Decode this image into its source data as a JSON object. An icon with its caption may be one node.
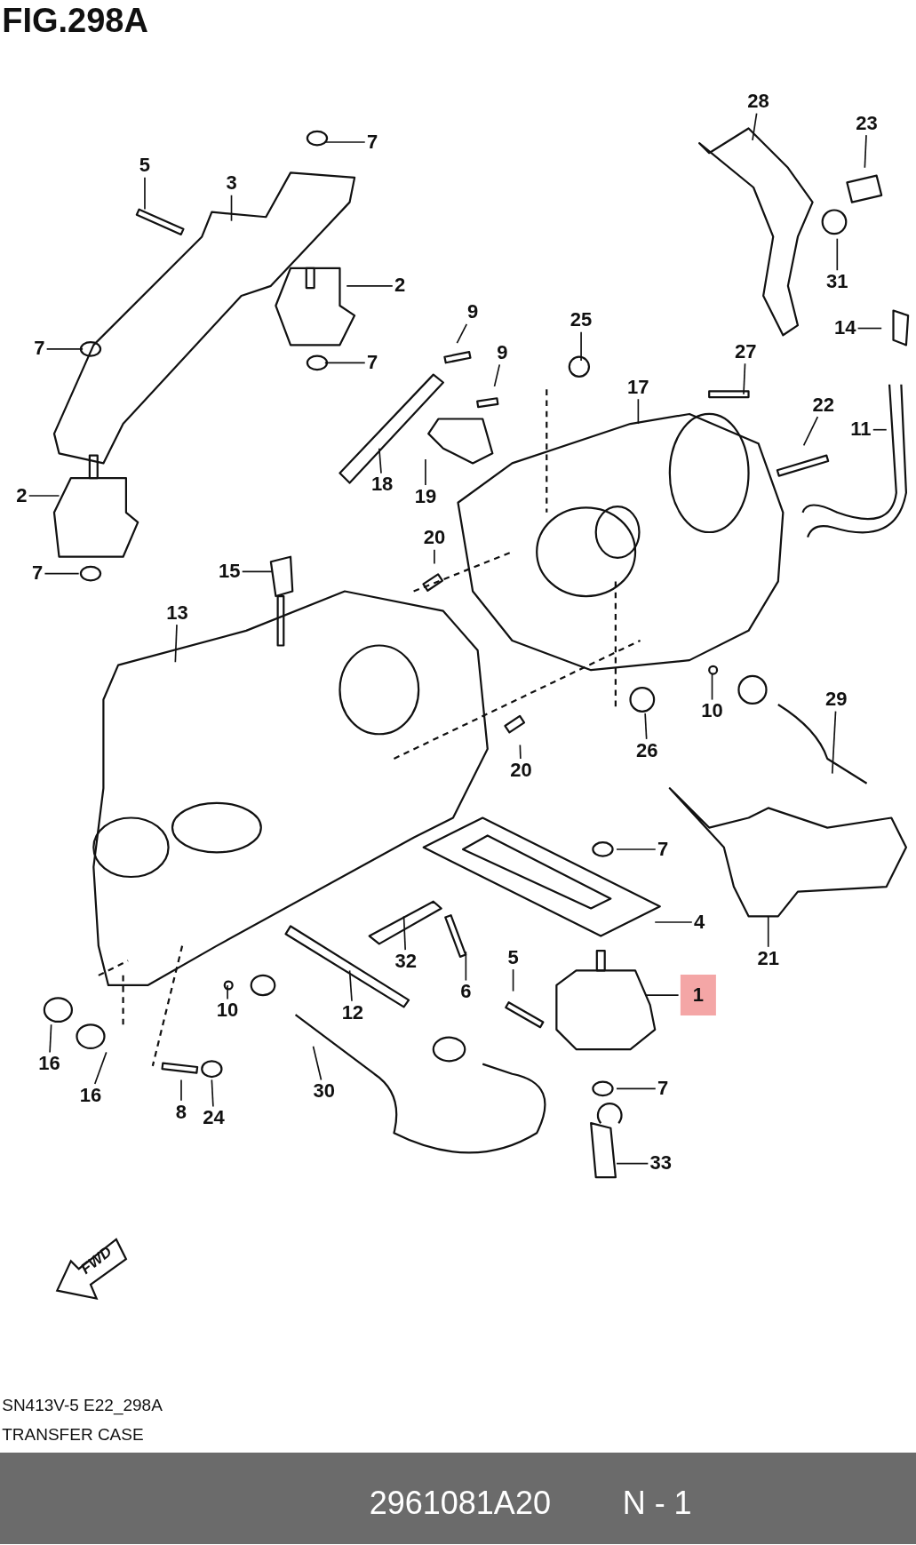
{
  "diagram": {
    "title": "FIG.298A",
    "nodes": [
      {
        "text": [
          "7"
        ]
      },
      {
        "text": [
          "5"
        ]
      },
      {
        "text": [
          "3"
        ]
      },
      {
        "text": [
          "2"
        ]
      },
      {
        "text": [
          "7"
        ]
      },
      {
        "text": [
          "7"
        ]
      },
      {
        "text": [
          "9"
        ]
      },
      {
        "text": [
          "9"
        ]
      },
      {
        "text": [
          "25"
        ]
      },
      {
        "text": [
          "28"
        ]
      },
      {
        "text": [
          "23"
        ]
      },
      {
        "text": [
          "31"
        ]
      },
      {
        "text": [
          "14"
        ]
      },
      {
        "text": [
          "27"
        ]
      },
      {
        "text": [
          "17"
        ]
      },
      {
        "text": [
          "22"
        ]
      },
      {
        "text": [
          "11"
        ]
      },
      {
        "text": [
          "18"
        ]
      },
      {
        "text": [
          "19"
        ]
      },
      {
        "text": [
          "2"
        ]
      },
      {
        "text": [
          "20"
        ]
      },
      {
        "text": [
          "7"
        ]
      },
      {
        "text": [
          "15"
        ]
      },
      {
        "text": [
          "13"
        ]
      },
      {
        "text": [
          "10"
        ]
      },
      {
        "text": [
          "29"
        ]
      },
      {
        "text": [
          "26"
        ]
      },
      {
        "text": [
          "20"
        ]
      },
      {
        "text": [
          "7"
        ]
      },
      {
        "text": [
          "4"
        ]
      },
      {
        "text": [
          "21"
        ]
      },
      {
        "text": [
          "32"
        ]
      },
      {
        "text": [
          "6"
        ]
      },
      {
        "text": [
          "5"
        ]
      },
      {
        "text": [
          "1"
        ]
      },
      {
        "text": [
          "12"
        ]
      },
      {
        "text": [
          "10"
        ]
      },
      {
        "text": [
          "16"
        ]
      },
      {
        "text": [
          "16"
        ]
      },
      {
        "text": [
          "30"
        ]
      },
      {
        "text": [
          "8"
        ]
      },
      {
        "text": [
          "24"
        ]
      },
      {
        "text": [
          "7"
        ]
      },
      {
        "text": [
          "33"
        ]
      }
    ],
    "edges": [
      {
        "from": 0,
        "to": null,
        "arrow": "none"
      },
      {
        "from": 1,
        "to": null,
        "arrow": "none"
      },
      {
        "from": 2,
        "to": null,
        "arrow": "none"
      },
      {
        "from": 3,
        "to": null,
        "arrow": "none"
      },
      {
        "from": 4,
        "to": null,
        "arrow": "none"
      },
      {
        "from": 5,
        "to": null,
        "arrow": "none"
      },
      {
        "from": 6,
        "to": null,
        "arrow": "none"
      },
      {
        "from": 7,
        "to": null,
        "arrow": "none"
      },
      {
        "from": 8,
        "to": null,
        "arrow": "none"
      },
      {
        "from": 9,
        "to": null,
        "arrow": "none"
      },
      {
        "from": 10,
        "to": null,
        "arrow": "none"
      },
      {
        "from": 11,
        "to": null,
        "arrow": "none"
      },
      {
        "from": 12,
        "to": null,
        "arrow": "none"
      },
      {
        "from": 13,
        "to": null,
        "arrow": "none"
      },
      {
        "from": 14,
        "to": null,
        "arrow": "none"
      },
      {
        "from": 15,
        "to": null,
        "arrow": "none"
      },
      {
        "from": 16,
        "to": null,
        "arrow": "none"
      },
      {
        "from": 17,
        "to": null,
        "arrow": "none"
      },
      {
        "from": 18,
        "to": null,
        "arrow": "none"
      },
      {
        "from": 19,
        "to": null,
        "arrow": "none"
      },
      {
        "from": 20,
        "to": null,
        "arrow": "none"
      },
      {
        "from": 21,
        "to": null,
        "arrow": "none"
      },
      {
        "from": 22,
        "to": null,
        "arrow": "none"
      },
      {
        "from": 23,
        "to": null,
        "arrow": "none"
      },
      {
        "from": 24,
        "to": null,
        "arrow": "none"
      },
      {
        "from": 25,
        "to": null,
        "arrow": "none"
      },
      {
        "from": 26,
        "to": null,
        "arrow": "none"
      },
      {
        "from": 27,
        "to": null,
        "arrow": "none"
      },
      {
        "from": 28,
        "to": null,
        "arrow": "none"
      },
      {
        "from": 29,
        "to": null,
        "arrow": "none"
      },
      {
        "from": 30,
        "to": null,
        "arrow": "none"
      },
      {
        "from": 31,
        "to": null,
        "arrow": "none"
      },
      {
        "from": 32,
        "to": null,
        "arrow": "none"
      },
      {
        "from": 33,
        "to": null,
        "arrow": "none"
      },
      {
        "from": 34,
        "to": null,
        "arrow": "none"
      },
      {
        "from": 35,
        "to": null,
        "arrow": "none"
      },
      {
        "from": 36,
        "to": null,
        "arrow": "none"
      },
      {
        "from": 37,
        "to": null,
        "arrow": "none"
      },
      {
        "from": 38,
        "to": null,
        "arrow": "none"
      },
      {
        "from": 39,
        "to": null,
        "arrow": "none"
      },
      {
        "from": 40,
        "to": null,
        "arrow": "none"
      },
      {
        "from": 41,
        "to": null,
        "arrow": "none"
      },
      {
        "from": 42,
        "to": null,
        "arrow": "none"
      },
      {
        "from": 43,
        "to": null,
        "arrow": "none"
      }
    ],
    "labels": [
      "FWD",
      "SN413V-5 E22_298A",
      "TRANSFER CASE",
      "2961081A20",
      "N - 1"
    ]
  }
}
